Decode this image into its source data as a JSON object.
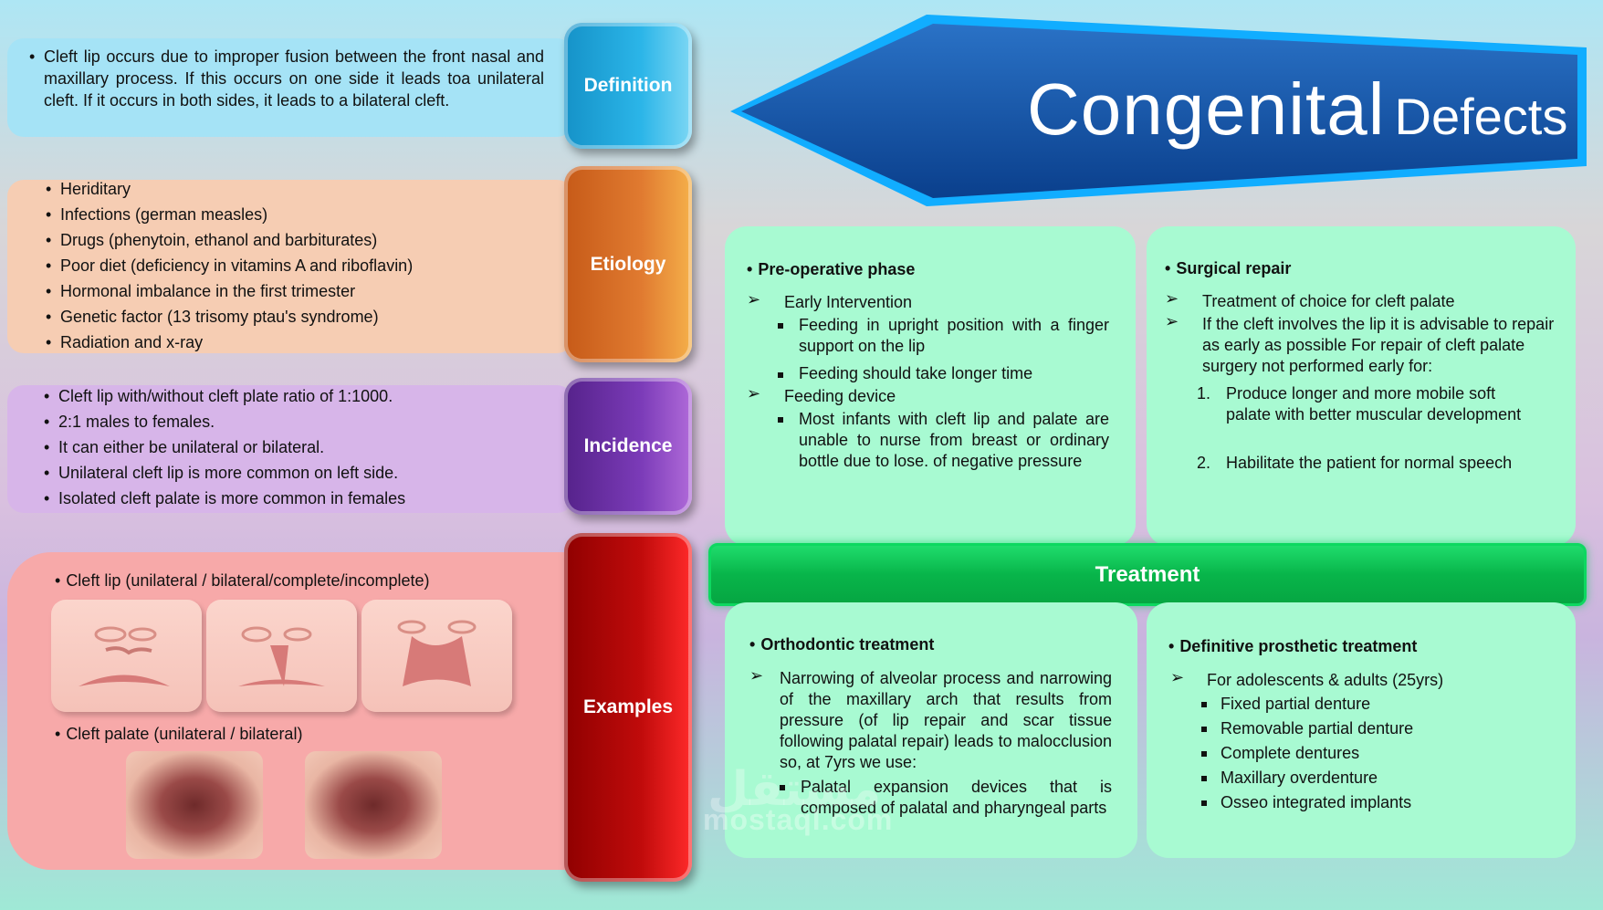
{
  "title": {
    "main": "Congenital",
    "sub": "Defects"
  },
  "tabs": {
    "definition": "Definition",
    "etiology": "Etiology",
    "incidence": "Incidence",
    "examples": "Examples"
  },
  "definition": {
    "text": "Cleft lip occurs due to improper fusion between the front nasal and maxillary process. If this occurs on one side it leads toa unilateral cleft. If it occurs in both sides, it leads to a bilateral cleft."
  },
  "etiology": {
    "items": [
      "Heriditary",
      "Infections (german measles)",
      "Drugs (phenytoin, ethanol and barbiturates)",
      "Poor diet (deficiency in vitamins A and riboflavin)",
      "Hormonal imbalance in the first trimester",
      "Genetic factor (13 trisomy ptau's syndrome)",
      "Radiation and x-ray"
    ]
  },
  "incidence": {
    "items": [
      "Cleft lip with/without cleft plate ratio of 1:1000.",
      "2:1 males to females.",
      "It can either be unilateral or bilateral.",
      "Unilateral cleft lip is more common on left side.",
      "Isolated cleft palate is more common in females"
    ]
  },
  "examples": {
    "lip_label": "Cleft lip (unilateral / bilateral/complete/incomplete)",
    "palate_label": "Cleft palate (unilateral / bilateral)"
  },
  "treatment": {
    "label": "Treatment",
    "pre_operative": {
      "heading": "Pre-operative phase",
      "early": "Early Intervention",
      "early_items": [
        "Feeding in upright position with a finger support on the lip",
        "Feeding should take longer time"
      ],
      "device": "Feeding device",
      "device_items": [
        "Most infants with cleft lip and palate are unable to nurse from breast or ordinary bottle due to lose. of negative pressure"
      ]
    },
    "surgical": {
      "heading": "Surgical repair",
      "items": [
        "Treatment of choice for cleft palate",
        "If the cleft involves the lip it is advisable to repair as early as possible For repair of cleft palate surgery not performed early for:"
      ],
      "numbered": [
        "Produce longer and more mobile soft palate with better muscular development",
        "Habilitate the patient for normal speech"
      ]
    },
    "orthodontic": {
      "heading": "Orthodontic treatment",
      "text": "Narrowing of alveolar process and narrowing of the maxillary arch that results from pressure (of lip repair and scar tissue following palatal repair) leads to malocclusion so, at  7yrs we use:",
      "sub": "Palatal expansion devices that is composed of palatal and pharyngeal parts"
    },
    "prosthetic": {
      "heading": "Definitive prosthetic treatment",
      "intro": "For adolescents & adults (25yrs)",
      "items": [
        "Fixed partial denture",
        "Removable partial denture",
        "Complete dentures",
        "Maxillary overdenture",
        "Osseo integrated implants"
      ]
    }
  },
  "watermark": {
    "arabic": "مستقل",
    "latin": "mostaql.com"
  }
}
